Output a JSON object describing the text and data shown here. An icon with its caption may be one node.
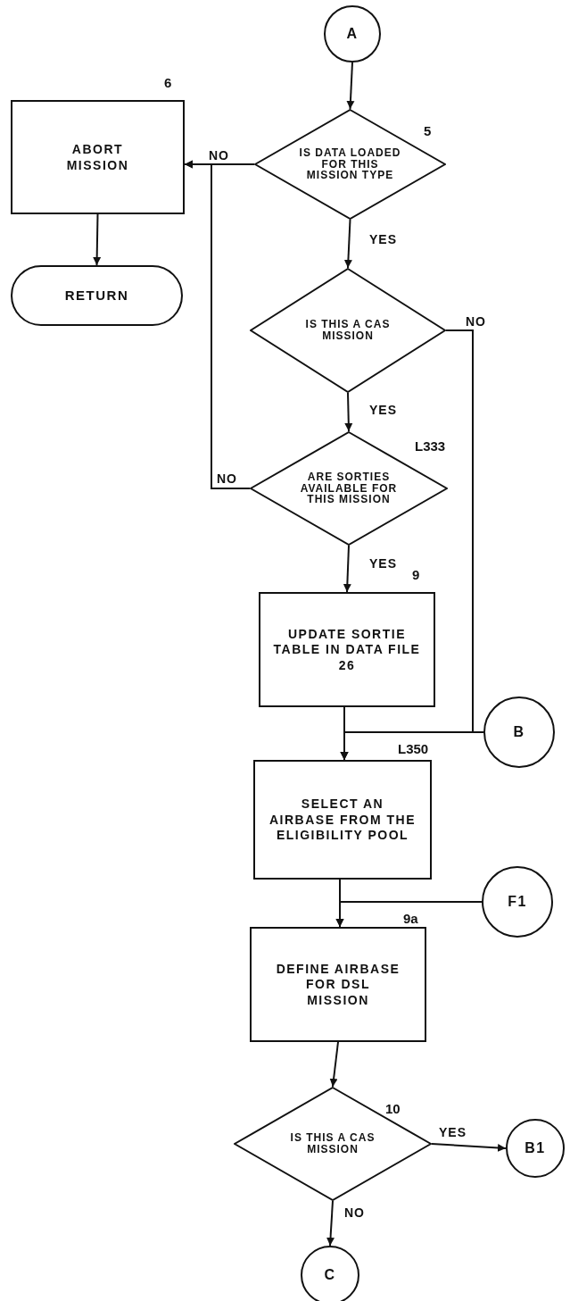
{
  "diagram": {
    "nodes": [
      {
        "text": [
          "A"
        ]
      },
      {
        "text": [
          "IS DATA LOADED FOR THIS MISSION TYPE"
        ],
        "beside": [
          "5"
        ]
      },
      {
        "text": [
          "ABORT MISSION"
        ],
        "beside": [
          "6"
        ]
      },
      {
        "text": [
          "RETURN"
        ]
      },
      {
        "text": [
          "IS THIS A CAS MISSION"
        ]
      },
      {
        "text": [
          "ARE SORTIES AVAILABLE FOR THIS MISSION"
        ],
        "beside": [
          "L333"
        ]
      },
      {
        "text": [
          "UPDATE SORTIE TABLE IN DATA FILE 26"
        ],
        "beside": [
          "9"
        ]
      },
      {
        "text": [
          "B"
        ]
      },
      {
        "text": [
          "SELECT AN AIRBASE FROM THE ELIGIBILITY POOL"
        ],
        "beside": [
          "L350"
        ]
      },
      {
        "text": [
          "F1"
        ]
      },
      {
        "text": [
          "DEFINE AIRBASE FOR DSL MISSION"
        ],
        "beside": [
          "9a"
        ]
      },
      {
        "text": [
          "IS THIS A CAS MISSION"
        ],
        "beside": [
          "10"
        ]
      },
      {
        "text": [
          "B1"
        ]
      },
      {
        "text": [
          "C"
        ]
      }
    ],
    "edges": [
      {
        "from": 0,
        "to": 1,
        "arrow": "to"
      },
      {
        "from": 1,
        "to": 2,
        "arrow": "to",
        "label": "NO"
      },
      {
        "from": 2,
        "to": 3,
        "arrow": "to"
      },
      {
        "from": 1,
        "to": 4,
        "arrow": "to",
        "label": "YES"
      },
      {
        "from": 4,
        "to": 8,
        "arrow": "to",
        "label": "NO"
      },
      {
        "from": 4,
        "to": 5,
        "arrow": "to",
        "label": "YES"
      },
      {
        "from": 5,
        "to": 2,
        "arrow": "to",
        "label": "NO"
      },
      {
        "from": 5,
        "to": 6,
        "arrow": "to",
        "label": "YES"
      },
      {
        "from": 6,
        "to": 8,
        "arrow": "to"
      },
      {
        "from": 7,
        "to": 8,
        "arrow": "to"
      },
      {
        "from": 8,
        "to": 10,
        "arrow": "to"
      },
      {
        "from": 9,
        "to": 10,
        "arrow": "to"
      },
      {
        "from": 10,
        "to": 11,
        "arrow": "to"
      },
      {
        "from": 11,
        "to": 12,
        "arrow": "to",
        "label": "YES"
      },
      {
        "from": 11,
        "to": 13,
        "arrow": "to",
        "label": "NO"
      }
    ]
  }
}
